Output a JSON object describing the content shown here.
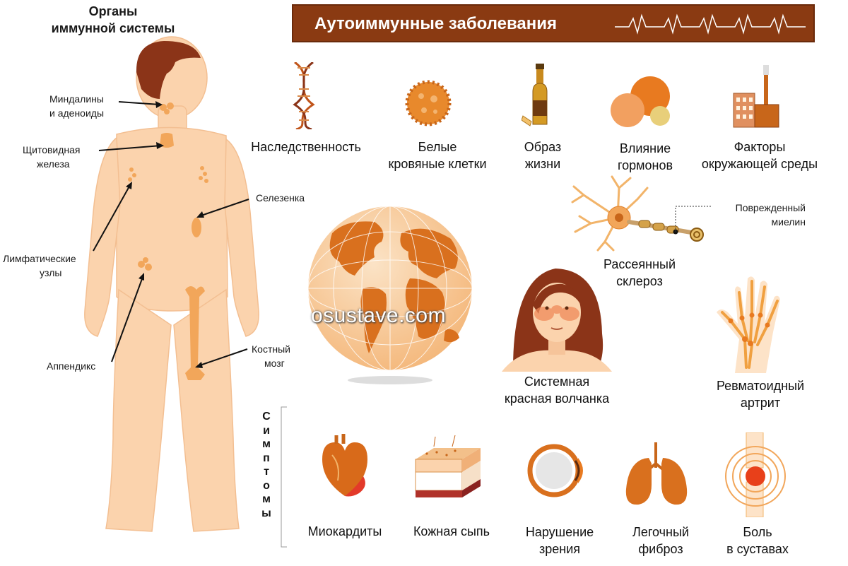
{
  "left_panel": {
    "title_line1": "Органы",
    "title_line2": "иммунной системы",
    "labels": {
      "tonsils_1": "Миндалины",
      "tonsils_2": "и аденоиды",
      "thyroid_1": "Щитовидная",
      "thyroid_2": "железа",
      "spleen": "Селезенка",
      "lymph_1": "Лимфатические",
      "lymph_2": "узлы",
      "marrow_1": "Костный",
      "marrow_2": "мозг",
      "appendix": "Аппендикс"
    }
  },
  "banner": {
    "title": "Аутоиммунные заболевания"
  },
  "causes": [
    {
      "line1": "Наследственность",
      "line2": ""
    },
    {
      "line1": "Белые",
      "line2": "кровяные клетки"
    },
    {
      "line1": "Образ",
      "line2": "жизни"
    },
    {
      "line1": "Влияние",
      "line2": "гормонов"
    },
    {
      "line1": "Факторы",
      "line2": "окружающей среды"
    }
  ],
  "diseases": {
    "ms_1": "Рассеянный",
    "ms_2": "склероз",
    "myelin_1": "Поврежденный",
    "myelin_2": "миелин",
    "lupus_1": "Системная",
    "lupus_2": "красная волчанка",
    "ra_1": "Ревматоидный",
    "ra_2": "артрит"
  },
  "watermark": "osustave.com",
  "symptoms_heading": [
    "С",
    "и",
    "м",
    "п",
    "т",
    "о",
    "м",
    "ы"
  ],
  "symptoms": [
    {
      "line1": "Миокардиты",
      "line2": ""
    },
    {
      "line1": "Кожная сыпь",
      "line2": ""
    },
    {
      "line1": "Нарушение",
      "line2": "зрения"
    },
    {
      "line1": "Легочный",
      "line2": "фиброз"
    },
    {
      "line1": "Боль",
      "line2": "в суставах"
    }
  ],
  "colors": {
    "banner": "#8a3a12",
    "skin": "#fbd3ad",
    "organ": "#f2a65a",
    "accent": "#e0701e",
    "hair": "#8b3418"
  }
}
